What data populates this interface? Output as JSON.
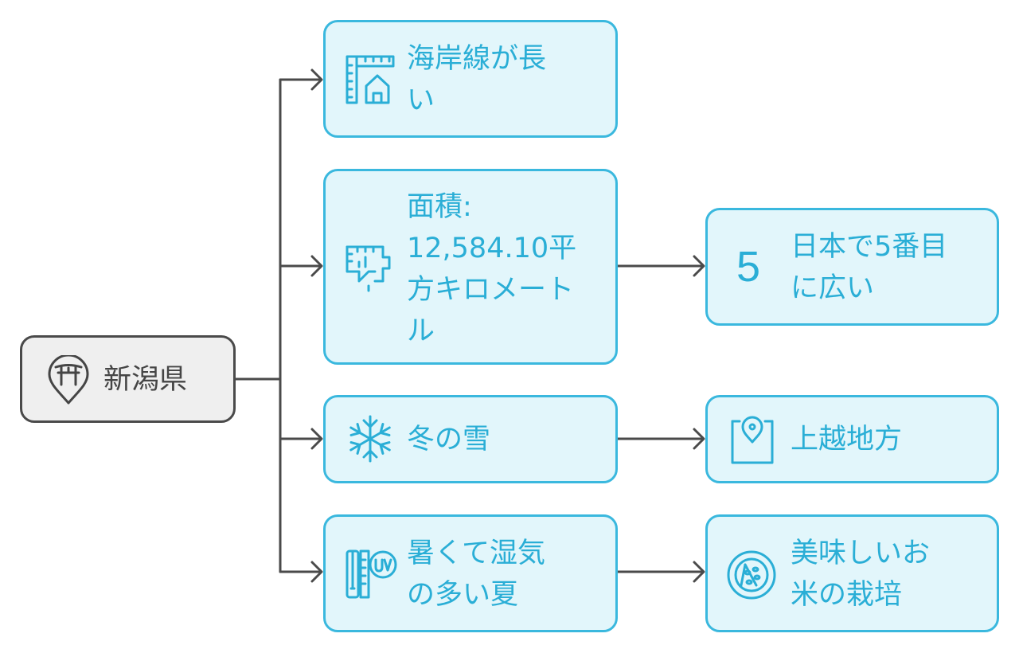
{
  "root": {
    "label": "新潟県",
    "icon": "torii-pin-icon"
  },
  "branches": [
    {
      "label": "海岸線が長\nい",
      "icon": "ruler-house-icon"
    },
    {
      "label": "面積:\n12,584.10平\n方キロメート\nル",
      "icon": "area-measure-icon",
      "child": {
        "label": "日本で5番目\nに広い",
        "icon_text": "5",
        "icon": "number-five-icon"
      }
    },
    {
      "label": "冬の雪",
      "icon": "snowflake-icon",
      "child": {
        "label": "上越地方",
        "icon": "map-pin-icon"
      }
    },
    {
      "label": "暑くて湿気\nの多い夏",
      "icon": "uv-thermometer-icon",
      "child": {
        "label": "美味しいお\n米の栽培",
        "icon": "rice-bowl-icon"
      }
    }
  ],
  "colors": {
    "accent": "#2aaed6",
    "box_fill": "#e2f6fb",
    "box_border": "#3ab8de",
    "root_fill": "#efefef",
    "root_border": "#4a4a4a",
    "connector": "#4a4a4a"
  }
}
